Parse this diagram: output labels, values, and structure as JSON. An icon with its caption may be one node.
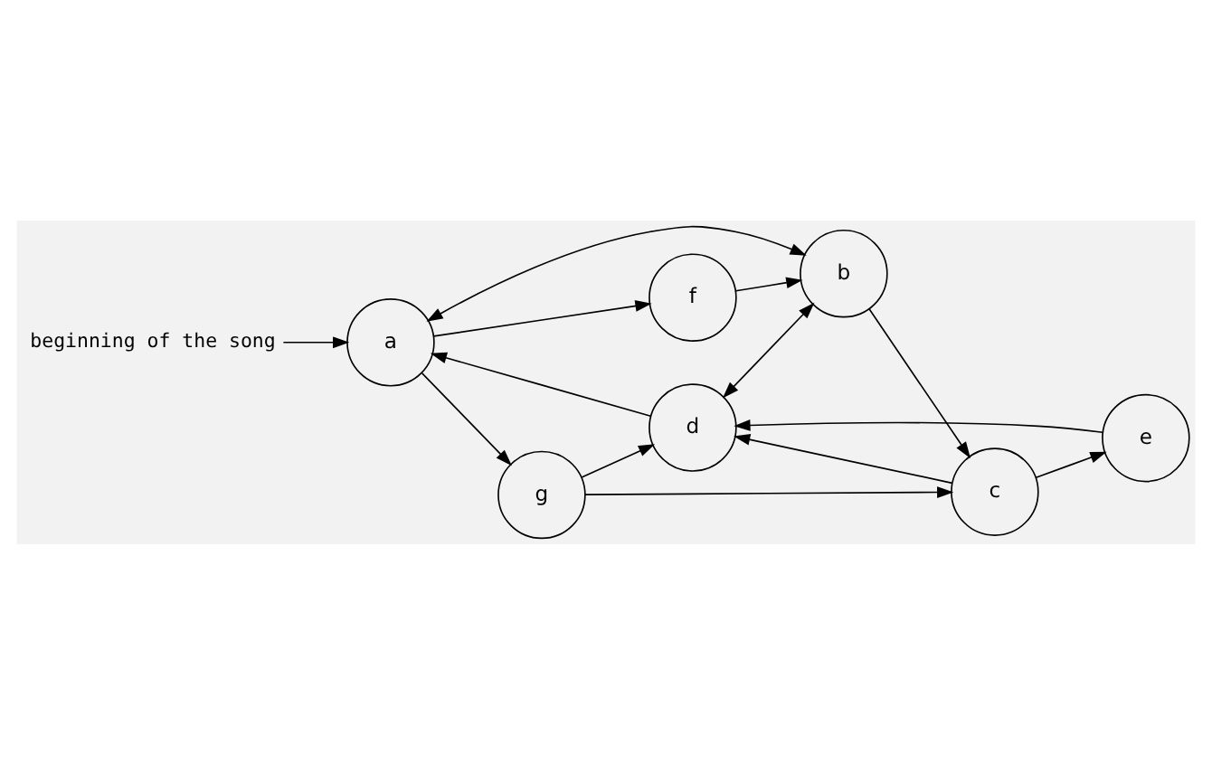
{
  "diagram": {
    "nodes": [
      {
        "text": [
          "beginning of the song"
        ]
      },
      {
        "text": [
          "g"
        ]
      },
      {
        "text": [
          "a"
        ]
      },
      {
        "text": [
          "d"
        ]
      },
      {
        "text": [
          "c"
        ]
      },
      {
        "text": [
          "e"
        ]
      },
      {
        "text": [
          "f"
        ]
      },
      {
        "text": [
          "b"
        ]
      }
    ],
    "edges": [
      {
        "from": 0,
        "to": 2,
        "arrow": "to"
      },
      {
        "from": 2,
        "to": 1,
        "arrow": "to"
      },
      {
        "from": 1,
        "to": 3,
        "arrow": "to"
      },
      {
        "from": 1,
        "to": 4,
        "arrow": "to"
      },
      {
        "from": 3,
        "to": 2,
        "arrow": "to"
      },
      {
        "from": 4,
        "to": 3,
        "arrow": "to"
      },
      {
        "from": 4,
        "to": 5,
        "arrow": "to"
      },
      {
        "from": 5,
        "to": 3,
        "arrow": "to"
      },
      {
        "from": 2,
        "to": 6,
        "arrow": "to"
      },
      {
        "from": 2,
        "to": 7,
        "arrow": "both"
      },
      {
        "from": 3,
        "to": 7,
        "arrow": "both"
      },
      {
        "from": 6,
        "to": 7,
        "arrow": "to"
      },
      {
        "from": 7,
        "to": 4,
        "arrow": "to"
      }
    ]
  }
}
